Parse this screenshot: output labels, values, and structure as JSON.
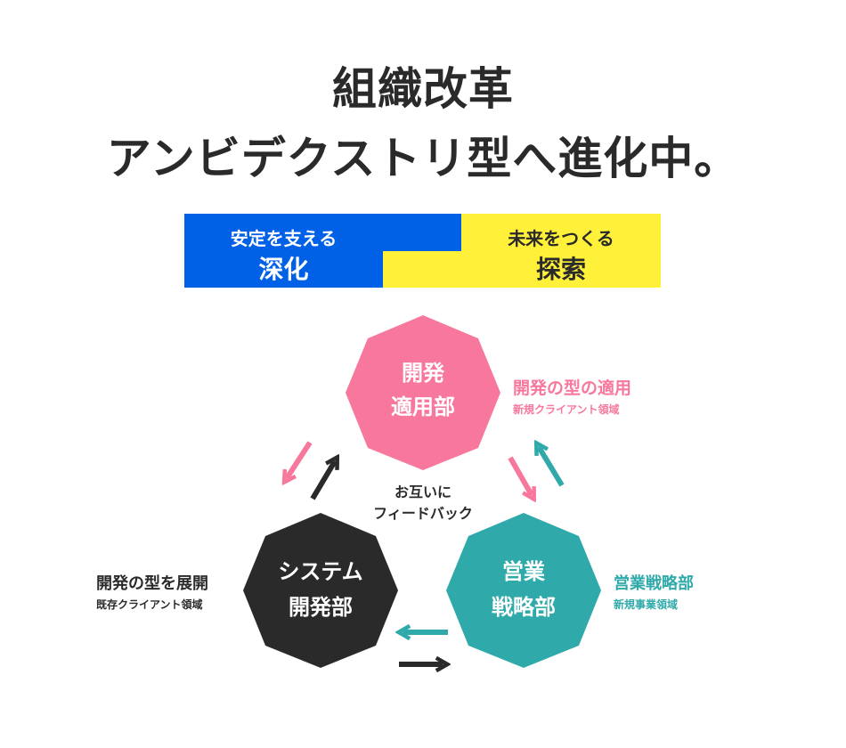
{
  "title": {
    "line1": "組織改革",
    "line2": "アンビデクストリ型へ進化中。"
  },
  "banner": {
    "left": {
      "sub": "安定を支える",
      "main": "深化",
      "color": "#0060e6"
    },
    "right": {
      "sub": "未来をつくる",
      "main": "探索",
      "color": "#fff03a"
    }
  },
  "nodes": {
    "apply": {
      "line1": "開発",
      "line2": "適用部",
      "note_title": "開発の型の適用",
      "note_sub": "新規クライアント領域",
      "color": "#f7789c"
    },
    "system": {
      "line1": "システム",
      "line2": "開発部",
      "note_title": "開発の型を展開",
      "note_sub": "既存クライアント領域",
      "color": "#2a2a2a"
    },
    "sales": {
      "line1": "営業",
      "line2": "戦略部",
      "note_title": "営業戦略部",
      "note_sub": "新規事業領域",
      "color": "#2fa9a9"
    }
  },
  "center_label": {
    "line1": "お互いに",
    "line2": "フィードバック"
  }
}
